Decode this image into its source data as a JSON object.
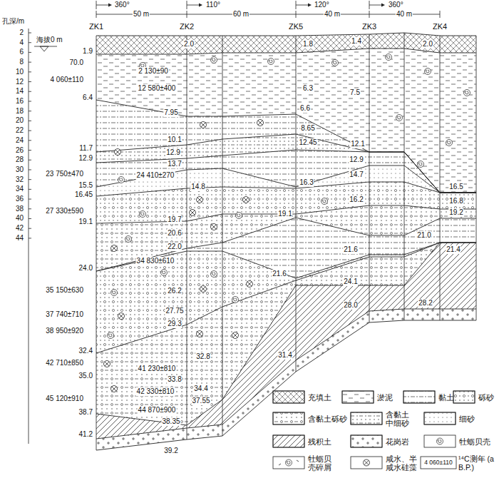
{
  "diagram": {
    "labels": [
      "360°",
      "50 m",
      "110°",
      "60 m",
      "120°",
      "40 m",
      "360°",
      "40 m",
      "ZK1",
      "ZK2",
      "ZK5",
      "ZK3",
      "ZK4",
      "孔深/m",
      "2",
      "4",
      "6",
      "8",
      "10",
      "12",
      "14",
      "16",
      "18",
      "20",
      "22",
      "24",
      "26",
      "28",
      "30",
      "32",
      "34",
      "36",
      "38",
      "40",
      "42",
      "44",
      "海拔0 m",
      "1.9",
      "70.0",
      "4 060±110",
      "6.4",
      "11.7",
      "12.9",
      "23 750±470",
      "15.5",
      "16.45",
      "27 330±590",
      "19.1",
      "24.0",
      "35 150±630",
      "37 740±710",
      "38 950±920",
      "32.4",
      "42 710±850",
      "35.0",
      "45 120±910",
      "38.7",
      "41.2",
      "2.0",
      "2 130±90",
      "12 580±400",
      "7.95",
      "10.1",
      "12.9",
      "13.7",
      "24 410±270",
      "14.8",
      "19.7",
      "20.6",
      "22.0",
      "34 830±610",
      "26.2",
      "27.75",
      "29.3",
      "41 230±810",
      "32.8",
      "33.8",
      "42 330±810",
      "34.4",
      "44 870±900",
      "37.55",
      "38.35",
      "39.2",
      "1.8",
      "6.3",
      "6.6",
      "8.65",
      "12.45",
      "16.3",
      "19.1",
      "21.6",
      "31.4",
      "1.4",
      "7.5",
      "12.1",
      "12.9",
      "14.7",
      "16.2",
      "21.0",
      "21.6",
      "24.1",
      "28.0",
      "2.0",
      "16.5",
      "16.8",
      "19.2",
      "21.4",
      "28.2",
      "4 060±110"
    ],
    "legend": [
      {
        "text": "充填土"
      },
      {
        "text": "淤泥"
      },
      {
        "text": "黏土"
      },
      {
        "text": "砾砂"
      },
      {
        "text": "含黏土砾砂"
      },
      {
        "text": "含黏土中细砂"
      },
      {
        "text": "细砂"
      },
      {
        "text": "残积土"
      },
      {
        "text": "花岗岩"
      },
      {
        "text": "牡蛎贝壳"
      },
      {
        "text": "牡蛎贝壳碎屑"
      },
      {
        "text": "咸水、半咸水硅藻"
      },
      {
        "text": "¹⁴C测年 (a B.P.)"
      }
    ]
  }
}
